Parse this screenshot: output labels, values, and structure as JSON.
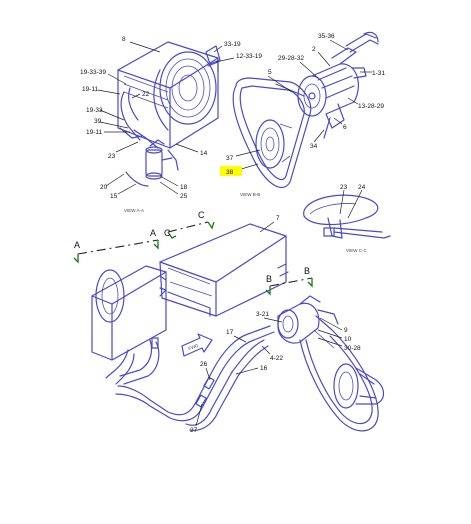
{
  "labels": {
    "l8": "8",
    "l33_19": "33-19",
    "l12_33_19": "12-33-19",
    "l19_33_39": "19-33-39",
    "l19_11a": "19-11",
    "l22": "22",
    "l19_33": "19-33",
    "l39": "39",
    "l19_11b": "19-11",
    "l23a": "23",
    "l14": "14",
    "l20": "20",
    "l18": "18",
    "l15": "15",
    "l25": "25",
    "l35_36": "35-36",
    "l2": "2",
    "l29_28_32": "29-28-32",
    "l5": "5",
    "l1_31": "1-31",
    "l13_28_29": "13-28-29",
    "l6": "6",
    "l34": "34",
    "l37": "37",
    "l38": "38",
    "l23b": "23",
    "l24": "24",
    "l7": "7",
    "lC1": "C",
    "lC2": "C",
    "lA1": "A",
    "lA2": "A",
    "lB1": "B",
    "lB2": "B",
    "l3_21": "3-21",
    "l9": "9",
    "l10": "10",
    "l30_28": "30-28",
    "l17": "17",
    "l4_22": "4-22",
    "l16": "16",
    "l26": "26",
    "l27": "27",
    "fwd": "FWD"
  },
  "captions": {
    "view_a": "VIEW A-A",
    "view_b": "VIEW B-B",
    "view_c": "VIEW C-C"
  },
  "colors": {
    "line": "#4a4ac8",
    "highlight": "#ffff00",
    "section_arrow": "#1a7a1a"
  }
}
